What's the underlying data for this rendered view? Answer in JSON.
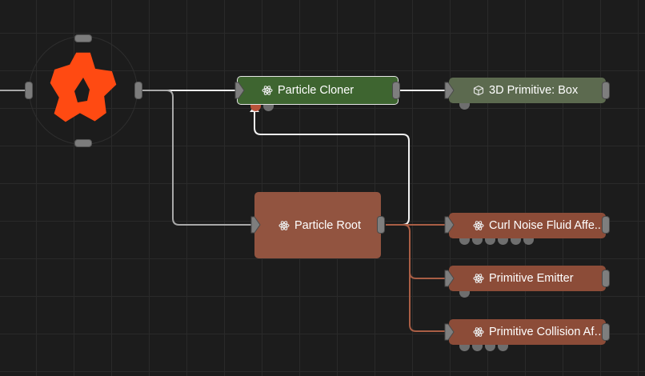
{
  "colors": {
    "background": "#1c1c1c",
    "grid": "#2a2a2a",
    "logo": "#ff4a12",
    "cloner_node": "#3e6530",
    "primitive_node": "#5c6a4f",
    "particle_node": "#8c4c38",
    "white_wire": "#f2f2f2",
    "grey_wire": "#a8a8a8",
    "particle_wire": "#a95e45"
  },
  "nodes": {
    "particle_cloner": {
      "label": "Particle Cloner",
      "icon": "atom-icon",
      "selected": true
    },
    "box_primitive": {
      "label": "3D Primitive: Box",
      "icon": "cube-icon"
    },
    "particle_root": {
      "label": "Particle Root",
      "icon": "atom-icon"
    },
    "curl_noise": {
      "label": "Curl Noise Fluid Affe...",
      "icon": "atom-icon"
    },
    "primitive_emitter": {
      "label": "Primitive Emitter",
      "icon": "atom-icon"
    },
    "primitive_collision": {
      "label": "Primitive Collision Aff...",
      "icon": "atom-icon"
    }
  }
}
